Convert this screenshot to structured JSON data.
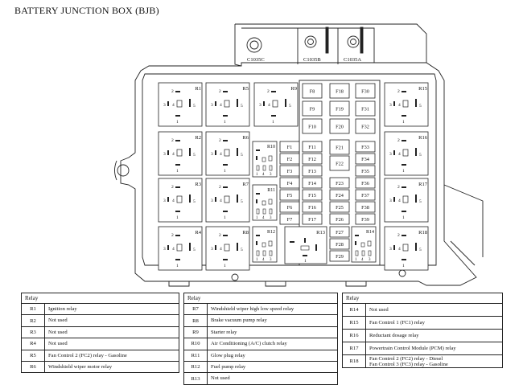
{
  "title": "BATTERY JUNCTION BOX (BJB)",
  "connectors": [
    "C1035C",
    "C1035B",
    "C1035A"
  ],
  "relays": [
    {
      "id": "R1",
      "type": "A"
    },
    {
      "id": "R2",
      "type": "A"
    },
    {
      "id": "R3",
      "type": "A"
    },
    {
      "id": "R4",
      "type": "A"
    },
    {
      "id": "R5",
      "type": "A"
    },
    {
      "id": "R6",
      "type": "A"
    },
    {
      "id": "R7",
      "type": "A"
    },
    {
      "id": "R8",
      "type": "A"
    },
    {
      "id": "R9",
      "type": "A"
    },
    {
      "id": "R10",
      "type": "B"
    },
    {
      "id": "R11",
      "type": "B"
    },
    {
      "id": "R12",
      "type": "B"
    },
    {
      "id": "R13",
      "type": "C"
    },
    {
      "id": "R14",
      "type": "B"
    },
    {
      "id": "R15",
      "type": "A"
    },
    {
      "id": "R16",
      "type": "A"
    },
    {
      "id": "R17",
      "type": "A"
    },
    {
      "id": "R18",
      "type": "A"
    }
  ],
  "relay_pins": {
    "p1": "1",
    "p2": "2",
    "p3": "3",
    "p4": "4",
    "p5": "5"
  },
  "fuses": [
    "F1",
    "F2",
    "F3",
    "F4",
    "F5",
    "F6",
    "F7",
    "F8",
    "F9",
    "F10",
    "F11",
    "F12",
    "F13",
    "F14",
    "F15",
    "F16",
    "F17",
    "F18",
    "F19",
    "F20",
    "F21",
    "F22",
    "F23",
    "F24",
    "F25",
    "F26",
    "F27",
    "F28",
    "F29",
    "F30",
    "F31",
    "F32",
    "F33",
    "F34",
    "F35",
    "F36",
    "F37",
    "F38",
    "F39"
  ],
  "legend": [
    {
      "header": "Relay",
      "rows": [
        {
          "id": "R1",
          "desc": "Ignition relay"
        },
        {
          "id": "R2",
          "desc": "Not used"
        },
        {
          "id": "R3",
          "desc": "Not used"
        },
        {
          "id": "R4",
          "desc": "Not used"
        },
        {
          "id": "R5",
          "desc": "Fan Control 2 (FC2) relay - Gasoline"
        },
        {
          "id": "R6",
          "desc": "Windshield wiper motor relay"
        }
      ]
    },
    {
      "header": "Relay",
      "rows": [
        {
          "id": "R7",
          "desc": "Windshield wiper high low speed relay"
        },
        {
          "id": "R8",
          "desc": "Brake vacuum pump relay"
        },
        {
          "id": "R9",
          "desc": "Starter relay"
        },
        {
          "id": "R10",
          "desc": "Air Conditioning (A/C) clutch relay"
        },
        {
          "id": "R11",
          "desc": "Glow plug relay"
        },
        {
          "id": "R12",
          "desc": "Fuel pump relay"
        },
        {
          "id": "R13",
          "desc": "Not used"
        }
      ]
    },
    {
      "header": "Relay",
      "rows": [
        {
          "id": "R14",
          "desc": "Not used"
        },
        {
          "id": "R15",
          "desc": "Fan Control 1 (FC1) relay"
        },
        {
          "id": "R16",
          "desc": "Reductant dosage relay"
        },
        {
          "id": "R17",
          "desc": "Powertrain Control Module (PCM) relay"
        },
        {
          "id": "R18",
          "desc": "Fan Control 2 (FC2) relay - Diesel",
          "desc2": "Fan Control 3 (FC3) relay - Gasoline"
        }
      ]
    }
  ]
}
